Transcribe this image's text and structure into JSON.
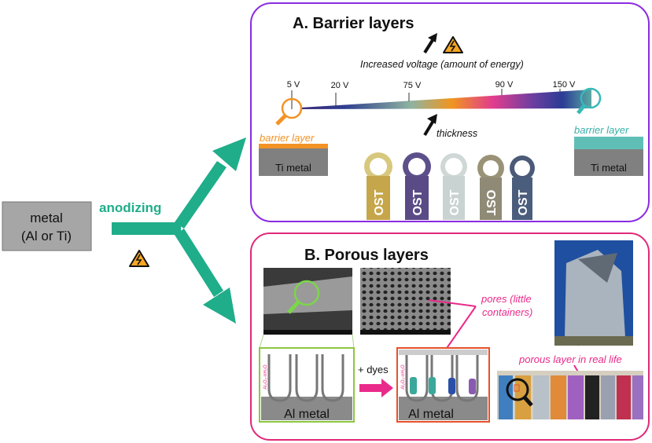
{
  "source": {
    "label_line1": "metal",
    "label_line2": "(Al or Ti)"
  },
  "process": {
    "label": "anodizing",
    "icon": "high-voltage-warning-icon",
    "color": "#1fad8a"
  },
  "panel_a": {
    "title": "A. Barrier layers",
    "voltage_label": "Increased voltage (amount of energy)",
    "thickness_label": "thickness",
    "voltage_ticks": [
      "5 V",
      "20 V",
      "75 V",
      "90 V",
      "150 V"
    ],
    "left": {
      "layer_label": "barrier layer",
      "metal_label": "Ti metal",
      "layer_color": "#f39325"
    },
    "right": {
      "layer_label": "barrier layer",
      "metal_label": "Ti metal",
      "layer_color": "#5fbfb7"
    },
    "tag_text": "OST",
    "border_color": "#8a2be2"
  },
  "panel_b": {
    "title": "B. Porous layers",
    "pores_label_line1": "pores (little",
    "pores_label_line2": "containers)",
    "real_life_label": "porous layer in real life",
    "dyes_label": "+ dyes",
    "oxide_label": "Al₂O₃·nH₂O",
    "metal_label_left": "Al metal",
    "metal_label_right": "Al metal",
    "border_color": "#e0287a",
    "accent_color": "#ea2a8a"
  }
}
